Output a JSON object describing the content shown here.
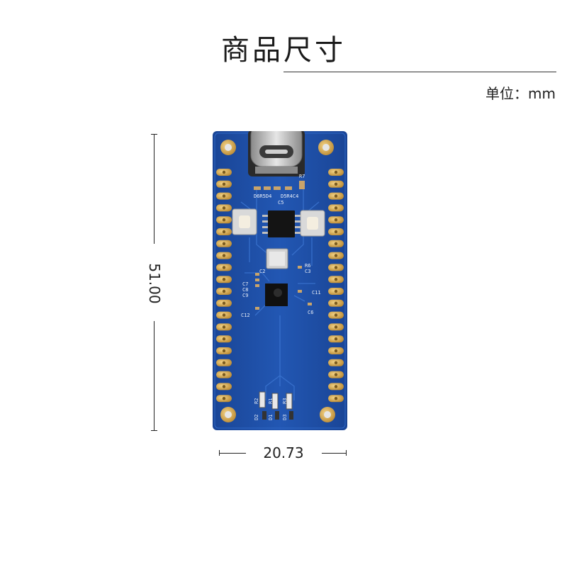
{
  "page": {
    "title": "商品尺寸",
    "unit_label": "单位：mm"
  },
  "dimensions": {
    "height": "51.00",
    "width": "20.73"
  },
  "board": {
    "silkscreen": {
      "top_left": "D6R5D4",
      "top_mid": "D5R4C4",
      "cap_c5": "C5",
      "r7": "R7",
      "c7": "C7",
      "c8": "C8",
      "c9": "C9",
      "c12": "C12",
      "c11": "C11",
      "c6": "C6",
      "c3": "C3",
      "r6": "R6",
      "c2": "C2",
      "r2": "R2",
      "r1": "R1",
      "r3": "R3",
      "d2": "D2",
      "d1": "D1",
      "d3": "D3"
    },
    "colors": {
      "pcb": "#1f4fa8",
      "gold": "#d4a64a",
      "chip": "#1b1b1b"
    }
  }
}
